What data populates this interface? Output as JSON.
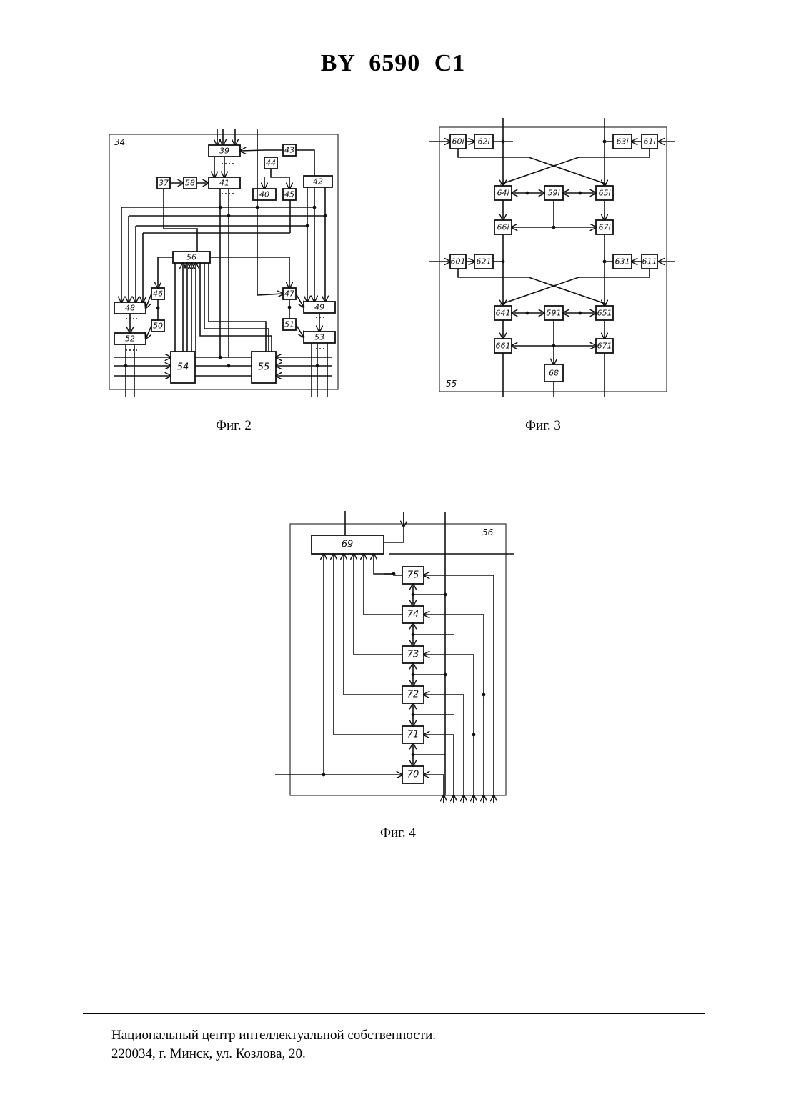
{
  "header": {
    "title": "BY  6590  C1"
  },
  "figures": [
    {
      "caption": "Фиг. 2",
      "frame_label": "34",
      "blocks": [
        "39",
        "43",
        "44",
        "37",
        "58",
        "41",
        "40",
        "45",
        "42",
        "56",
        "46",
        "47",
        "48",
        "49",
        "50",
        "51",
        "52",
        "53",
        "54",
        "55"
      ]
    },
    {
      "caption": "Фиг. 3",
      "frame_label": "55",
      "blocks": [
        "60i",
        "62i",
        "63i",
        "61i",
        "64i",
        "59i",
        "65i",
        "66i",
        "67i",
        "601",
        "621",
        "631",
        "611",
        "641",
        "591",
        "651",
        "661",
        "671",
        "68"
      ]
    },
    {
      "caption": "Фиг. 4",
      "frame_label": "56",
      "blocks": [
        "69",
        "75",
        "74",
        "73",
        "72",
        "71",
        "70"
      ]
    }
  ],
  "footer": {
    "line1": "Национальный центр интеллектуальной собственности.",
    "line2": "220034, г. Минск, ул. Козлова, 20."
  }
}
